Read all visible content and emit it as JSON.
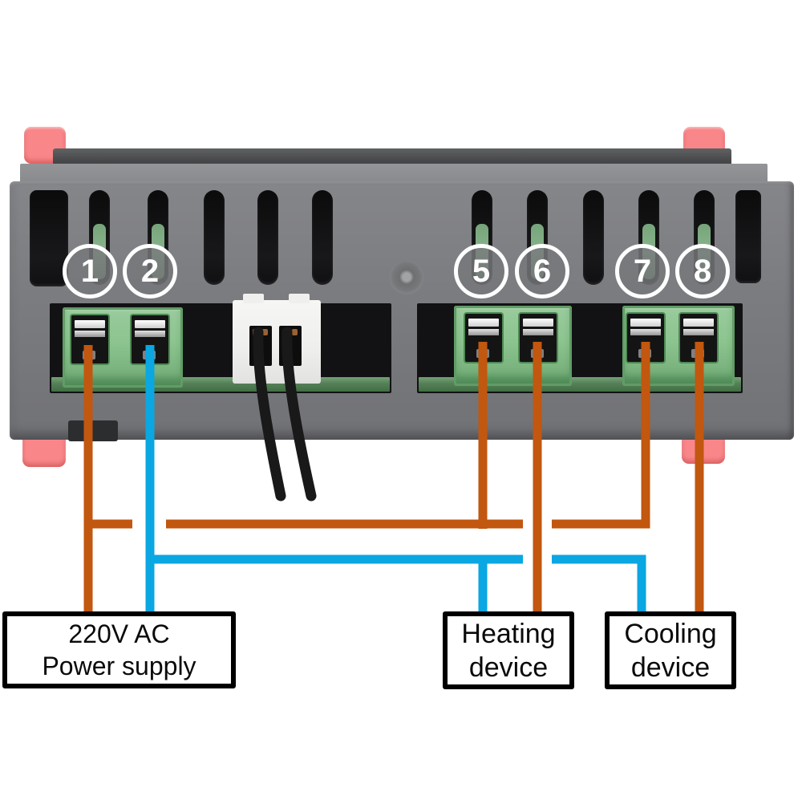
{
  "terminals": [
    {
      "label": "1"
    },
    {
      "label": "2"
    },
    {
      "label": "5"
    },
    {
      "label": "6"
    },
    {
      "label": "7"
    },
    {
      "label": "8"
    }
  ],
  "boxes": {
    "power_supply": {
      "line1": "220V AC",
      "line2": "Power supply"
    },
    "heating_device": {
      "line1": "Heating",
      "line2": "device"
    },
    "cooling_device": {
      "line1": "Cooling",
      "line2": "device"
    }
  },
  "wiring": [
    {
      "terminals": [
        "1"
      ],
      "connects_to": "220V AC Power supply",
      "wire": "live"
    },
    {
      "terminals": [
        "2"
      ],
      "connects_to": "220V AC Power supply",
      "wire": "neutral"
    },
    {
      "terminals": [
        "1",
        "5",
        "7"
      ],
      "connects_to": "live bus",
      "wire": "live"
    },
    {
      "terminals": [
        "6"
      ],
      "connects_to": "Heating device",
      "wire": "live"
    },
    {
      "terminals": [
        "8"
      ],
      "connects_to": "Cooling device",
      "wire": "live"
    },
    {
      "terminals": [
        "2"
      ],
      "connects_to": "Heating device and Cooling device",
      "wire": "neutral"
    }
  ],
  "colors": {
    "live_wire": "#c2570f",
    "neutral_wire": "#0aa7e2",
    "probe_cable": "#19191a",
    "mounting_clip": "#f9878a",
    "terminal_block": "#8cc48f",
    "device_body": "#7b7c80"
  }
}
